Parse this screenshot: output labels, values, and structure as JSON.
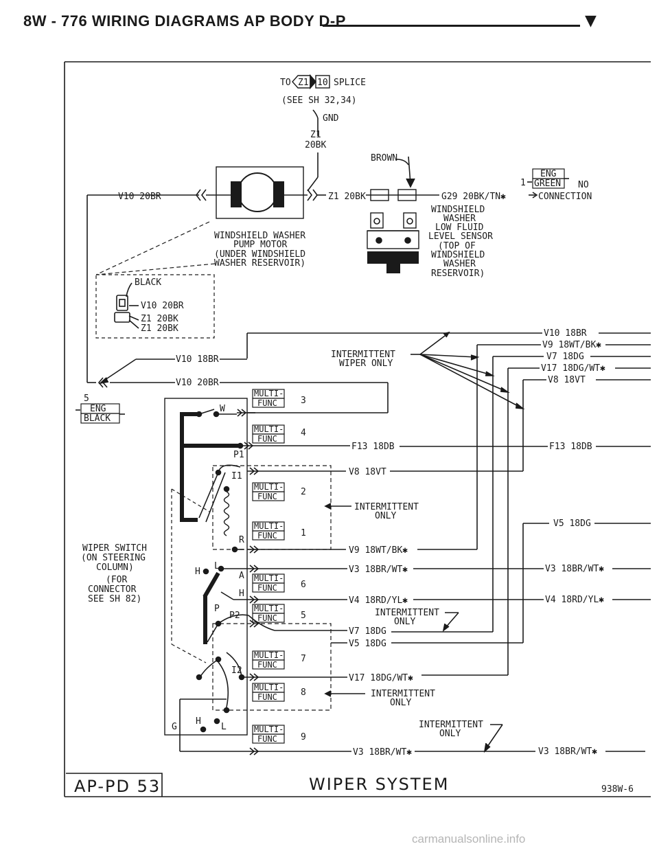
{
  "header": {
    "title": "8W - 776    WIRING DIAGRAMS AP BODY D-P",
    "arrow": "▼"
  },
  "splice": {
    "to": "TO",
    "z1": "Z1",
    "ten": "10",
    "splice": "SPLICE",
    "see": "(SEE SH 32,34)",
    "gnd": "GND",
    "z1b": "Z1",
    "wire": "20BK"
  },
  "pump": {
    "v10_left": "V10 20BR",
    "z1_right": "Z1 20BK",
    "brown": "BROWN",
    "label": [
      "WINDSHIELD WASHER",
      "PUMP MOTOR",
      "(UNDER WINDSHIELD",
      "WASHER RESERVOIR)"
    ],
    "connector": {
      "color": "BLACK",
      "pins": [
        "V10 20BR",
        "Z1 20BK",
        "Z1 20BK"
      ]
    }
  },
  "sensor": {
    "pin": "1",
    "eng": "ENG",
    "green": "GREEN",
    "no": "NO",
    "connection": "CONNECTION",
    "g29": "G29 20BK/TN✱",
    "label": [
      "WINDSHIELD",
      "WASHER",
      "LOW FLUID",
      "LEVEL SENSOR",
      "(TOP OF",
      "WINDSHIELD",
      "WASHER",
      "RESERVOIR)"
    ]
  },
  "right_wires": [
    "V10 18BR",
    "V9 18WT/BK✱",
    "V7 18DG",
    "V17 18DG/WT✱",
    "V8 18VT",
    "F13 18DB",
    "V5 18DG",
    "V3 18BR/WT✱",
    "V4 18RD/YL✱",
    "V3 18BR/WT✱"
  ],
  "intermittent": {
    "top": [
      "INTERMITTENT",
      "WIPER ONLY"
    ],
    "only2": [
      "INTERMITTENT",
      "ONLY"
    ],
    "only5": [
      "INTERMITTENT",
      "ONLY"
    ],
    "only8": [
      "INTERMITTENT",
      "ONLY"
    ],
    "only9": [
      "INTERMITTENT",
      "ONLY"
    ]
  },
  "left": {
    "v10_18br": "V10 18BR",
    "v10_20br": "V10 20BR",
    "pin5": "5",
    "eng": "ENG",
    "black": "BLACK"
  },
  "switch_label": [
    "WIPER SWITCH",
    "(ON STEERING",
    "COLUMN)",
    "(FOR",
    "CONNECTOR",
    "SEE SH 82)"
  ],
  "multi": {
    "top": "MULTI-",
    "bottom": "FUNC"
  },
  "pins": [
    "3",
    "4",
    "2",
    "1",
    "6",
    "5",
    "7",
    "8",
    "9"
  ],
  "switch_letters": {
    "W": "W",
    "P1": "P1",
    "I1": "I1",
    "R": "R",
    "H": "H",
    "L": "L",
    "A": "A",
    "H2": "H",
    "P": "P",
    "P2": "P2",
    "I2": "I2",
    "G": "G",
    "H3": "H",
    "L3": "L"
  },
  "mid_wires": [
    "F13 18DB",
    "V8 18VT",
    "V9 18WT/BK✱",
    "V3 18BR/WT✱",
    "V4 18RD/YL✱",
    "V7 18DG",
    "V5 18DG",
    "V17 18DG/WT✱",
    "V3 18BR/WT✱"
  ],
  "footer": {
    "left": "AP-PD 53",
    "center": "WIPER SYSTEM",
    "right": "938W-6",
    "watermark": "carmanualsonline.info"
  }
}
